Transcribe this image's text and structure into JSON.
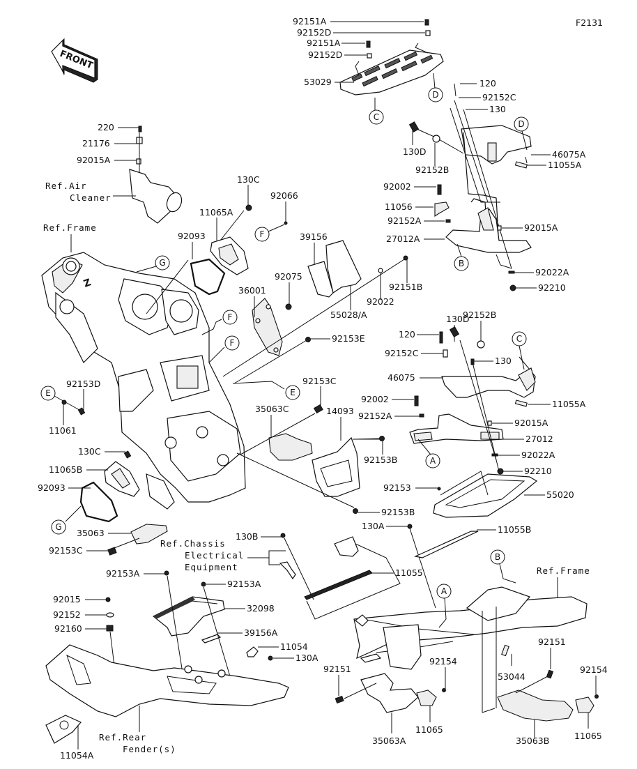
{
  "diagram": {
    "figure_code": "F2131",
    "front_arrow_label": "FRONT",
    "ref_labels": {
      "air_cleaner_line1": "Ref.Air",
      "air_cleaner_line2": "Cleaner",
      "frame_left": "Ref.Frame",
      "frame_right": "Ref.Frame",
      "chassis_line1": "Ref.Chassis",
      "chassis_line2": "Electrical",
      "chassis_line3": "Equipment",
      "rear_fender_line1": "Ref.Rear",
      "rear_fender_line2": "Fender(s)"
    },
    "callout_circles": {
      "C_top": "C",
      "D_top": "D",
      "D_right": "D",
      "B_top": "B",
      "G_top": "G",
      "F_top": "F",
      "F_mid1": "F",
      "F_mid2": "F",
      "E_mid": "E",
      "E_left": "E",
      "C_mid": "C",
      "A_mid": "A",
      "G_left": "G",
      "B_bottom": "B",
      "A_bottom": "A"
    },
    "part_labels": {
      "p92151A_1": "92151A",
      "p92152D_1": "92152D",
      "p92151A_2": "92151A",
      "p92152D_2": "92152D",
      "p53029": "53029",
      "p120_1": "120",
      "p92152C_1": "92152C",
      "p130_1": "130",
      "p130D_1": "130D",
      "p92152B_1": "92152B",
      "p46075A": "46075A",
      "p11055A_1": "11055A",
      "p92002_1": "92002",
      "p11056": "11056",
      "p92152A_1": "92152A",
      "p27012A": "27012A",
      "p92015A_1": "92015A",
      "p92022A_1": "92022A",
      "p92210_1": "92210",
      "p220": "220",
      "p21176": "21176",
      "p92015A_2": "92015A",
      "p130C_1": "130C",
      "p92066": "92066",
      "p11065A": "11065A",
      "p92093_1": "92093",
      "p39156": "39156",
      "p92075": "92075",
      "p36001": "36001",
      "p92022": "92022",
      "p92151B": "92151B",
      "p55028A": "55028/A",
      "p92153E": "92153E",
      "p130D_2": "130D",
      "p92152B_2": "92152B",
      "p120_2": "120",
      "p92152C_2": "92152C",
      "p130_2": "130",
      "p46075": "46075",
      "p11055A_2": "11055A",
      "p92002_2": "92002",
      "p92152A_2": "92152A",
      "p92015A_3": "92015A",
      "p27012": "27012",
      "p92022A_2": "92022A",
      "p92210_2": "92210",
      "p92153": "92153",
      "p55020": "55020",
      "p92153D": "92153D",
      "p11061": "11061",
      "p92153C_1": "92153C",
      "p35063C": "35063C",
      "p14093": "14093",
      "p92153B_1": "92153B",
      "p92153B_2": "92153B",
      "p130C_2": "130C",
      "p11065B": "11065B",
      "p92093_2": "92093",
      "p35063": "35063",
      "p92153C_2": "92153C",
      "p130B": "130B",
      "p130A_1": "130A",
      "p11055B": "11055B",
      "p11055": "11055",
      "p92153A_1": "92153A",
      "p92153A_2": "92153A",
      "p32098": "32098",
      "p92015": "92015",
      "p92152": "92152",
      "p92160": "92160",
      "p39156A": "39156A",
      "p11054": "11054",
      "p130A_2": "130A",
      "p11054A": "11054A",
      "p92151_1": "92151",
      "p92154_1": "92154",
      "p53044": "53044",
      "p92151_2": "92151",
      "p92154_2": "92154",
      "p35063A": "35063A",
      "p11065_1": "11065",
      "p35063B": "35063B",
      "p11065_2": "11065"
    }
  }
}
